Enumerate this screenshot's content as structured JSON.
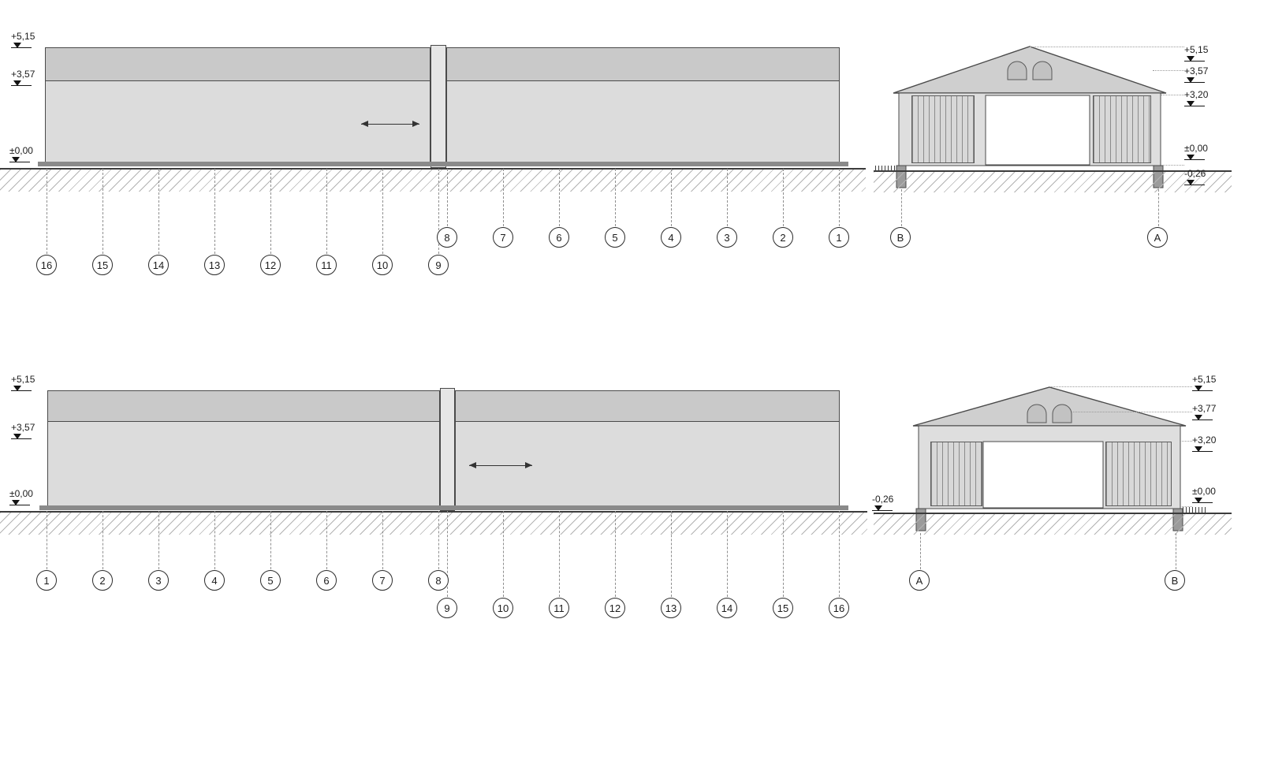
{
  "colors": {
    "wall": "#dcdcdc",
    "band": "#c9c9c9",
    "roof": "#cfcfcf",
    "line": "#4a4a4a"
  },
  "top_side_elevation": {
    "levels": {
      "roof": "+5,15",
      "band": "+3,57",
      "floor": "±0,00"
    },
    "grid_lower": [
      "16",
      "15",
      "14",
      "13",
      "12",
      "11",
      "10",
      "9"
    ],
    "grid_upper": [
      "8",
      "7",
      "6",
      "5",
      "4",
      "3",
      "2",
      "1"
    ]
  },
  "top_gable_elevation": {
    "levels": {
      "ridge": "+5,15",
      "eaves": "+3,57",
      "door_top": "+3,20",
      "floor": "±0,00",
      "ground": "-0,26"
    },
    "grid_left": "B",
    "grid_right": "A"
  },
  "bottom_side_elevation": {
    "levels": {
      "roof": "+5,15",
      "band": "+3,57",
      "floor": "±0,00"
    },
    "grid_upper": [
      "1",
      "2",
      "3",
      "4",
      "5",
      "6",
      "7",
      "8"
    ],
    "grid_lower": [
      "9",
      "10",
      "11",
      "12",
      "13",
      "14",
      "15",
      "16"
    ]
  },
  "bottom_gable_elevation": {
    "levels": {
      "ridge": "+5,15",
      "vents": "+3,77",
      "door_top": "+3,20",
      "floor": "±0,00",
      "ground": "-0,26"
    },
    "grid_left": "A",
    "grid_right": "B"
  }
}
